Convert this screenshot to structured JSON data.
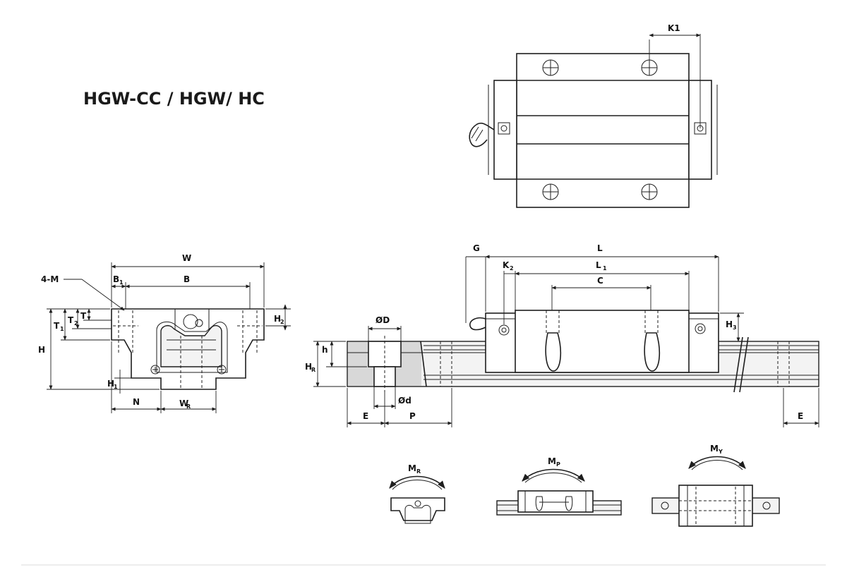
{
  "title": "HGW-CC / HGW/ HC",
  "labels": {
    "k1": "K1",
    "w": "W",
    "four_m": "4-M",
    "b1": "B",
    "b1_sub": "1",
    "b": "B",
    "t1": "T",
    "t1_sub": "1",
    "t2": "T",
    "t2_sub": "2",
    "t": "T",
    "h2": "H",
    "h2_sub": "2",
    "h": "H",
    "h1": "H",
    "h1_sub": "1",
    "n": "N",
    "wr": "W",
    "wr_sub": "R",
    "g": "G",
    "l": "L",
    "k2": "K",
    "k2_sub": "2",
    "l1": "L",
    "l1_sub": "1",
    "c": "C",
    "h3": "H",
    "h3_sub": "3",
    "od": "ØD",
    "h_small": "h",
    "hr": "H",
    "hr_sub": "R",
    "od_small": "Ød",
    "e_left": "E",
    "p": "P",
    "e_right": "E",
    "mr": "M",
    "mr_sub": "R",
    "mp": "M",
    "mp_sub": "P",
    "my": "M",
    "my_sub": "Y"
  },
  "colors": {
    "line": "#1e1e1e",
    "shade": "#d8d8d8",
    "background": "#ffffff"
  }
}
